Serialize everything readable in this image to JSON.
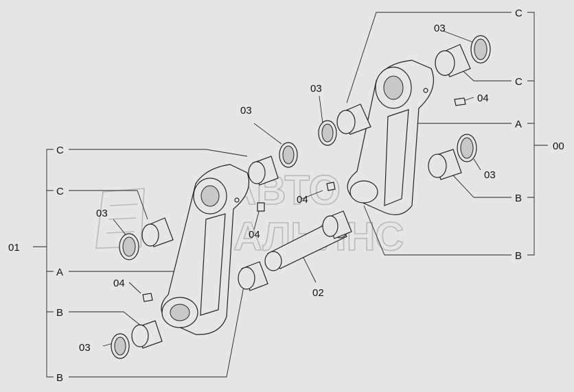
{
  "watermark": {
    "line1": "АВТО",
    "line2": "АЛЬЯНС"
  },
  "colors": {
    "background": "#e6e6e6",
    "ink": "#222222",
    "watermark": "#b9b9b9"
  },
  "labels": {
    "assembly_left": "01",
    "assembly_right": "00",
    "pin": "02",
    "seal": "03",
    "grease_fitting": "04",
    "bushing_c": "C",
    "link_a": "A",
    "bushing_b": "B"
  }
}
